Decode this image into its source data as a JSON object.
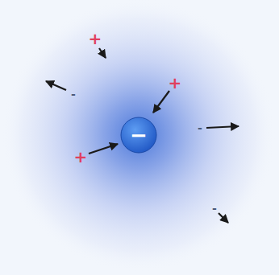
{
  "diagram": {
    "nodes": [
      {
        "text": [
          "−"
        ]
      }
    ],
    "labels": [
      "+",
      "+",
      "+",
      "-",
      "-",
      "-"
    ]
  }
}
